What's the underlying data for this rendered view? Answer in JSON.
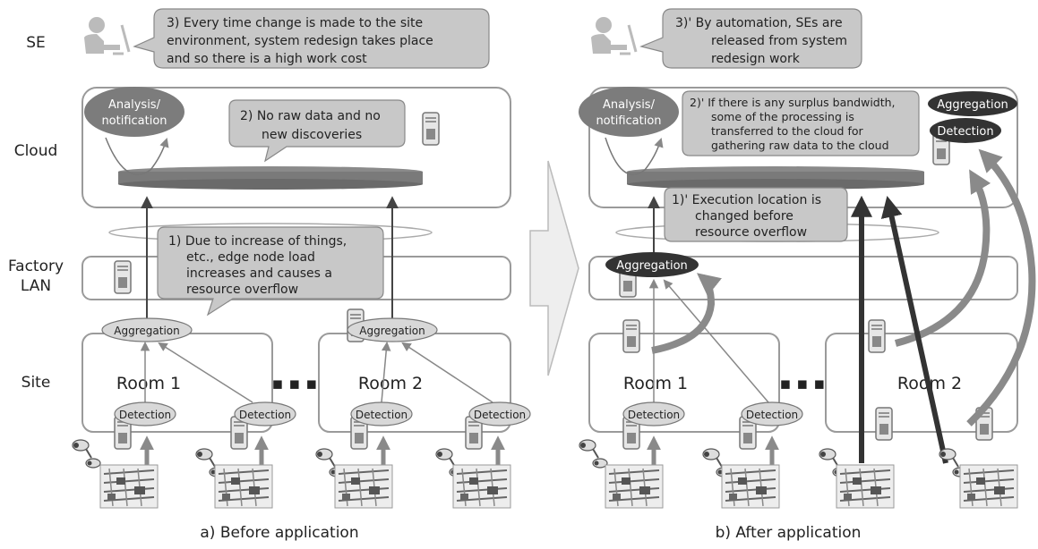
{
  "layers": {
    "se": "SE",
    "cloud": "Cloud",
    "factory_lan_line1": "Factory",
    "factory_lan_line2": "LAN",
    "site": "Site"
  },
  "panel_a": {
    "caption": "a) Before application",
    "room1": "Room 1",
    "room2": "Room 2",
    "ellipsis": "▪ ▪ ▪",
    "node_analysis_l1": "Analysis/",
    "node_analysis_l2": "notification",
    "node_aggregation": "Aggregation",
    "node_aggregation2": "Aggregation",
    "node_detection1": "Detection",
    "node_detection2": "Detection",
    "node_detection3": "Detection",
    "node_detection4": "Detection",
    "callout_3_l1": "3)  Every time change is made to the site",
    "callout_3_l2": "environment, system redesign takes place",
    "callout_3_l3": "and so there is a high work cost",
    "callout_2_l1": "2)  No raw data and no",
    "callout_2_l2": "new discoveries",
    "callout_1_l1": "1)  Due to increase of things,",
    "callout_1_l2": "etc., edge node load",
    "callout_1_l3": "increases and causes a",
    "callout_1_l4": "resource overflow"
  },
  "panel_b": {
    "caption": "b) After application",
    "room1": "Room 1",
    "room2": "Room 2",
    "ellipsis": "▪ ▪ ▪",
    "node_analysis_l1": "Analysis/",
    "node_analysis_l2": "notification",
    "node_aggregation_lan": "Aggregation",
    "node_aggregation_cloud": "Aggregation",
    "node_detection_cloud": "Detection",
    "node_detection1": "Detection",
    "node_detection2": "Detection",
    "callout_3p_l1": "3)'  By automation, SEs are",
    "callout_3p_l2": "released from system",
    "callout_3p_l3": "redesign work",
    "callout_2p_l1": "2)'  If there is any surplus bandwidth,",
    "callout_2p_l2": "some of the processing is",
    "callout_2p_l3": "transferred to the cloud for",
    "callout_2p_l4": "gathering raw data to the cloud",
    "callout_1p_l1": "1)'  Execution location is",
    "callout_1p_l2": "changed before",
    "callout_1p_l3": "resource overflow"
  },
  "colors": {
    "callout_fill": "#c8c8c8",
    "dark_node": "#333333",
    "light_node": "#d8d8d8",
    "bus": "#7a7a7a",
    "frame": "#9a9a9a"
  }
}
